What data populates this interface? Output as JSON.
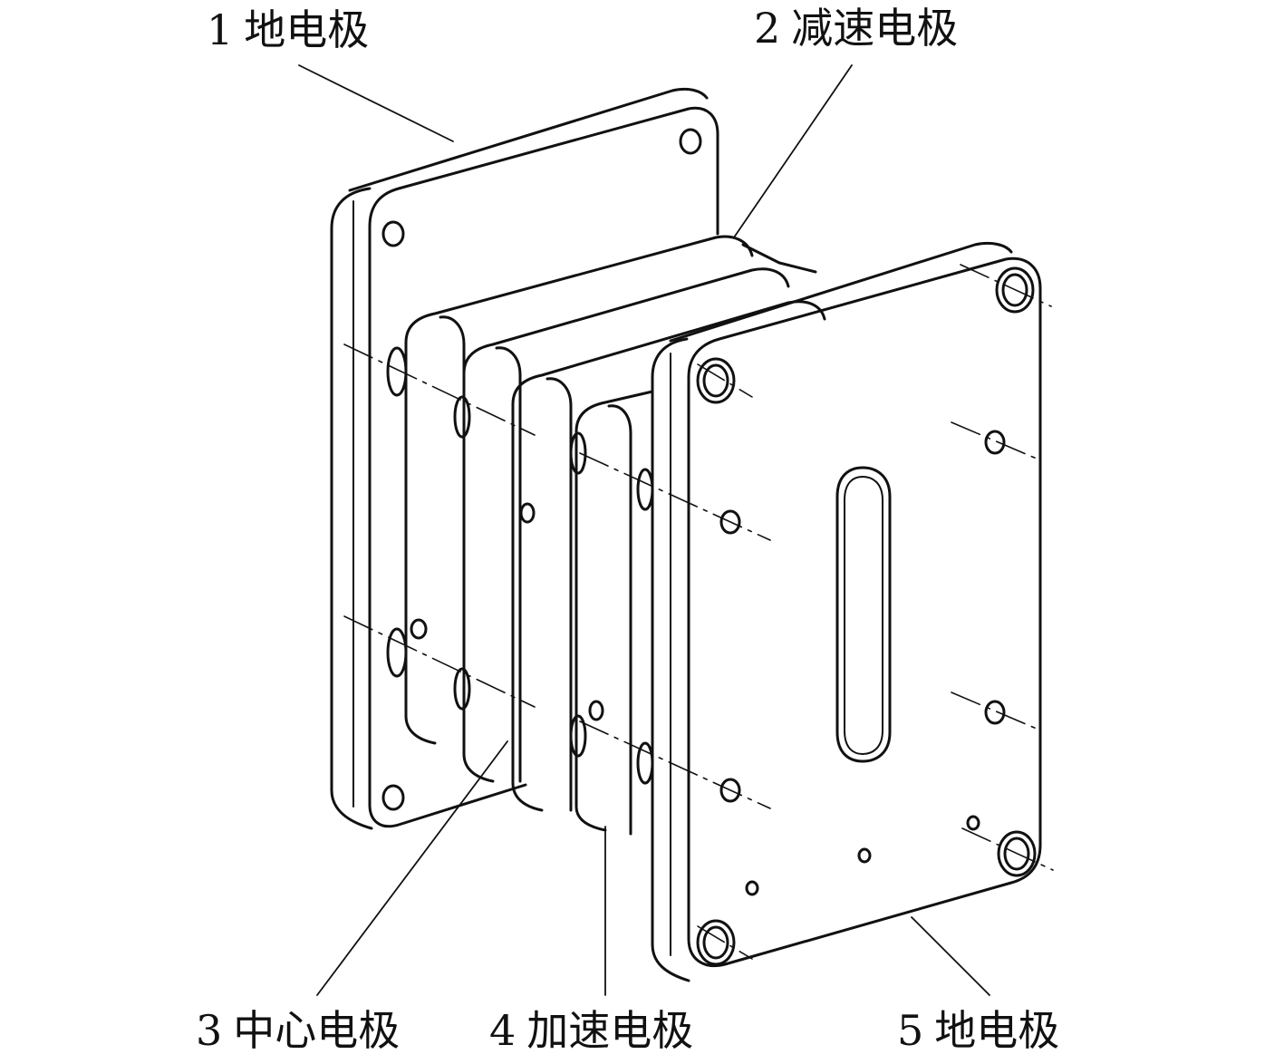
{
  "labels": [
    {
      "num": "1",
      "text": "地电极"
    },
    {
      "num": "2",
      "text": "减速电极"
    },
    {
      "num": "3",
      "text": "中心电极"
    },
    {
      "num": "4",
      "text": "加速电极"
    },
    {
      "num": "5",
      "text": "地电极"
    }
  ],
  "colors": {
    "line": "#111111",
    "background": "#ffffff"
  }
}
